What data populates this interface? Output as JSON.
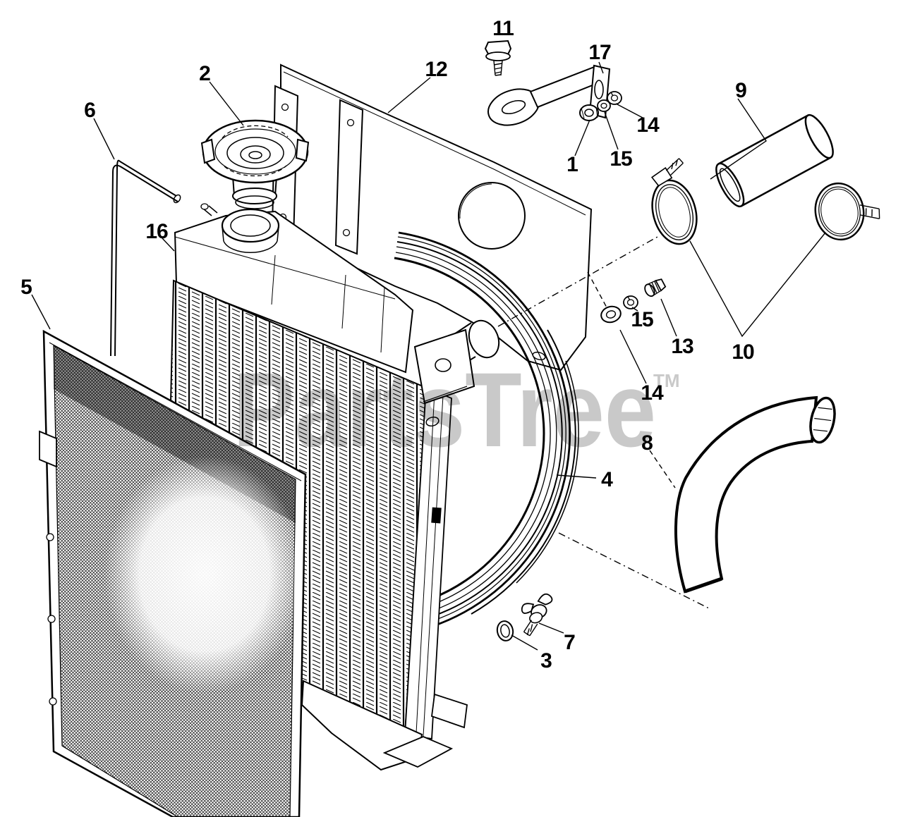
{
  "watermark": {
    "text": "PartsTree",
    "tm": "TM"
  },
  "callouts": {
    "n1": {
      "label": "1"
    },
    "n2": {
      "label": "2"
    },
    "n3": {
      "label": "3"
    },
    "n4": {
      "label": "4"
    },
    "n5": {
      "label": "5"
    },
    "n6": {
      "label": "6"
    },
    "n7": {
      "label": "7"
    },
    "n8": {
      "label": "8"
    },
    "n9": {
      "label": "9"
    },
    "n10": {
      "label": "10"
    },
    "n11": {
      "label": "11"
    },
    "n12": {
      "label": "12"
    },
    "n13": {
      "label": "13"
    },
    "n14a": {
      "label": "14"
    },
    "n14b": {
      "label": "14"
    },
    "n15a": {
      "label": "15"
    },
    "n15b": {
      "label": "15"
    },
    "n16": {
      "label": "16"
    },
    "n17": {
      "label": "17"
    }
  }
}
